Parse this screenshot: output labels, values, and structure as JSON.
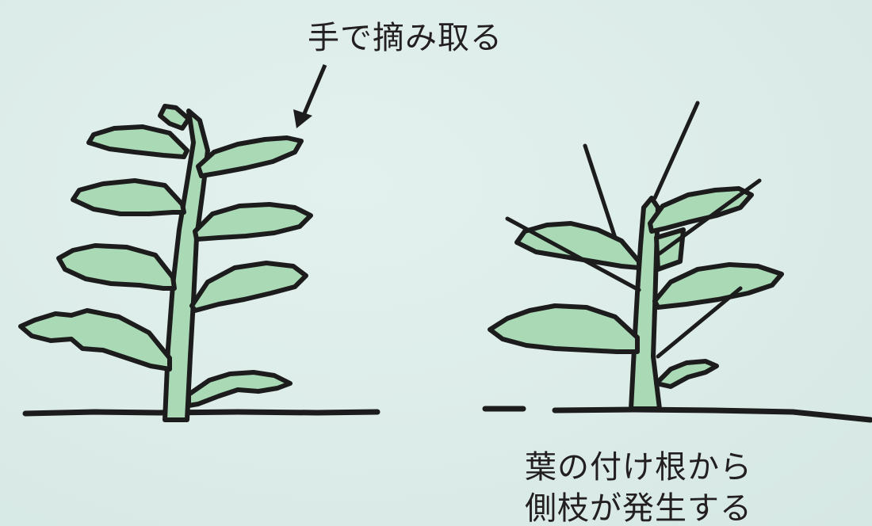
{
  "labels": {
    "pick_off": "手で摘み取る",
    "side_shoot_line1": "葉の付け根から",
    "side_shoot_line2": "側枝が発生する"
  },
  "colors": {
    "background": "#dcece8",
    "leaf_fill": "#a9d9b5",
    "outline": "#1c1c1c"
  },
  "icons": {
    "plant_left": "plant-before-pruning",
    "plant_right": "plant-side-shoots",
    "arrow": "arrow-down-left"
  }
}
